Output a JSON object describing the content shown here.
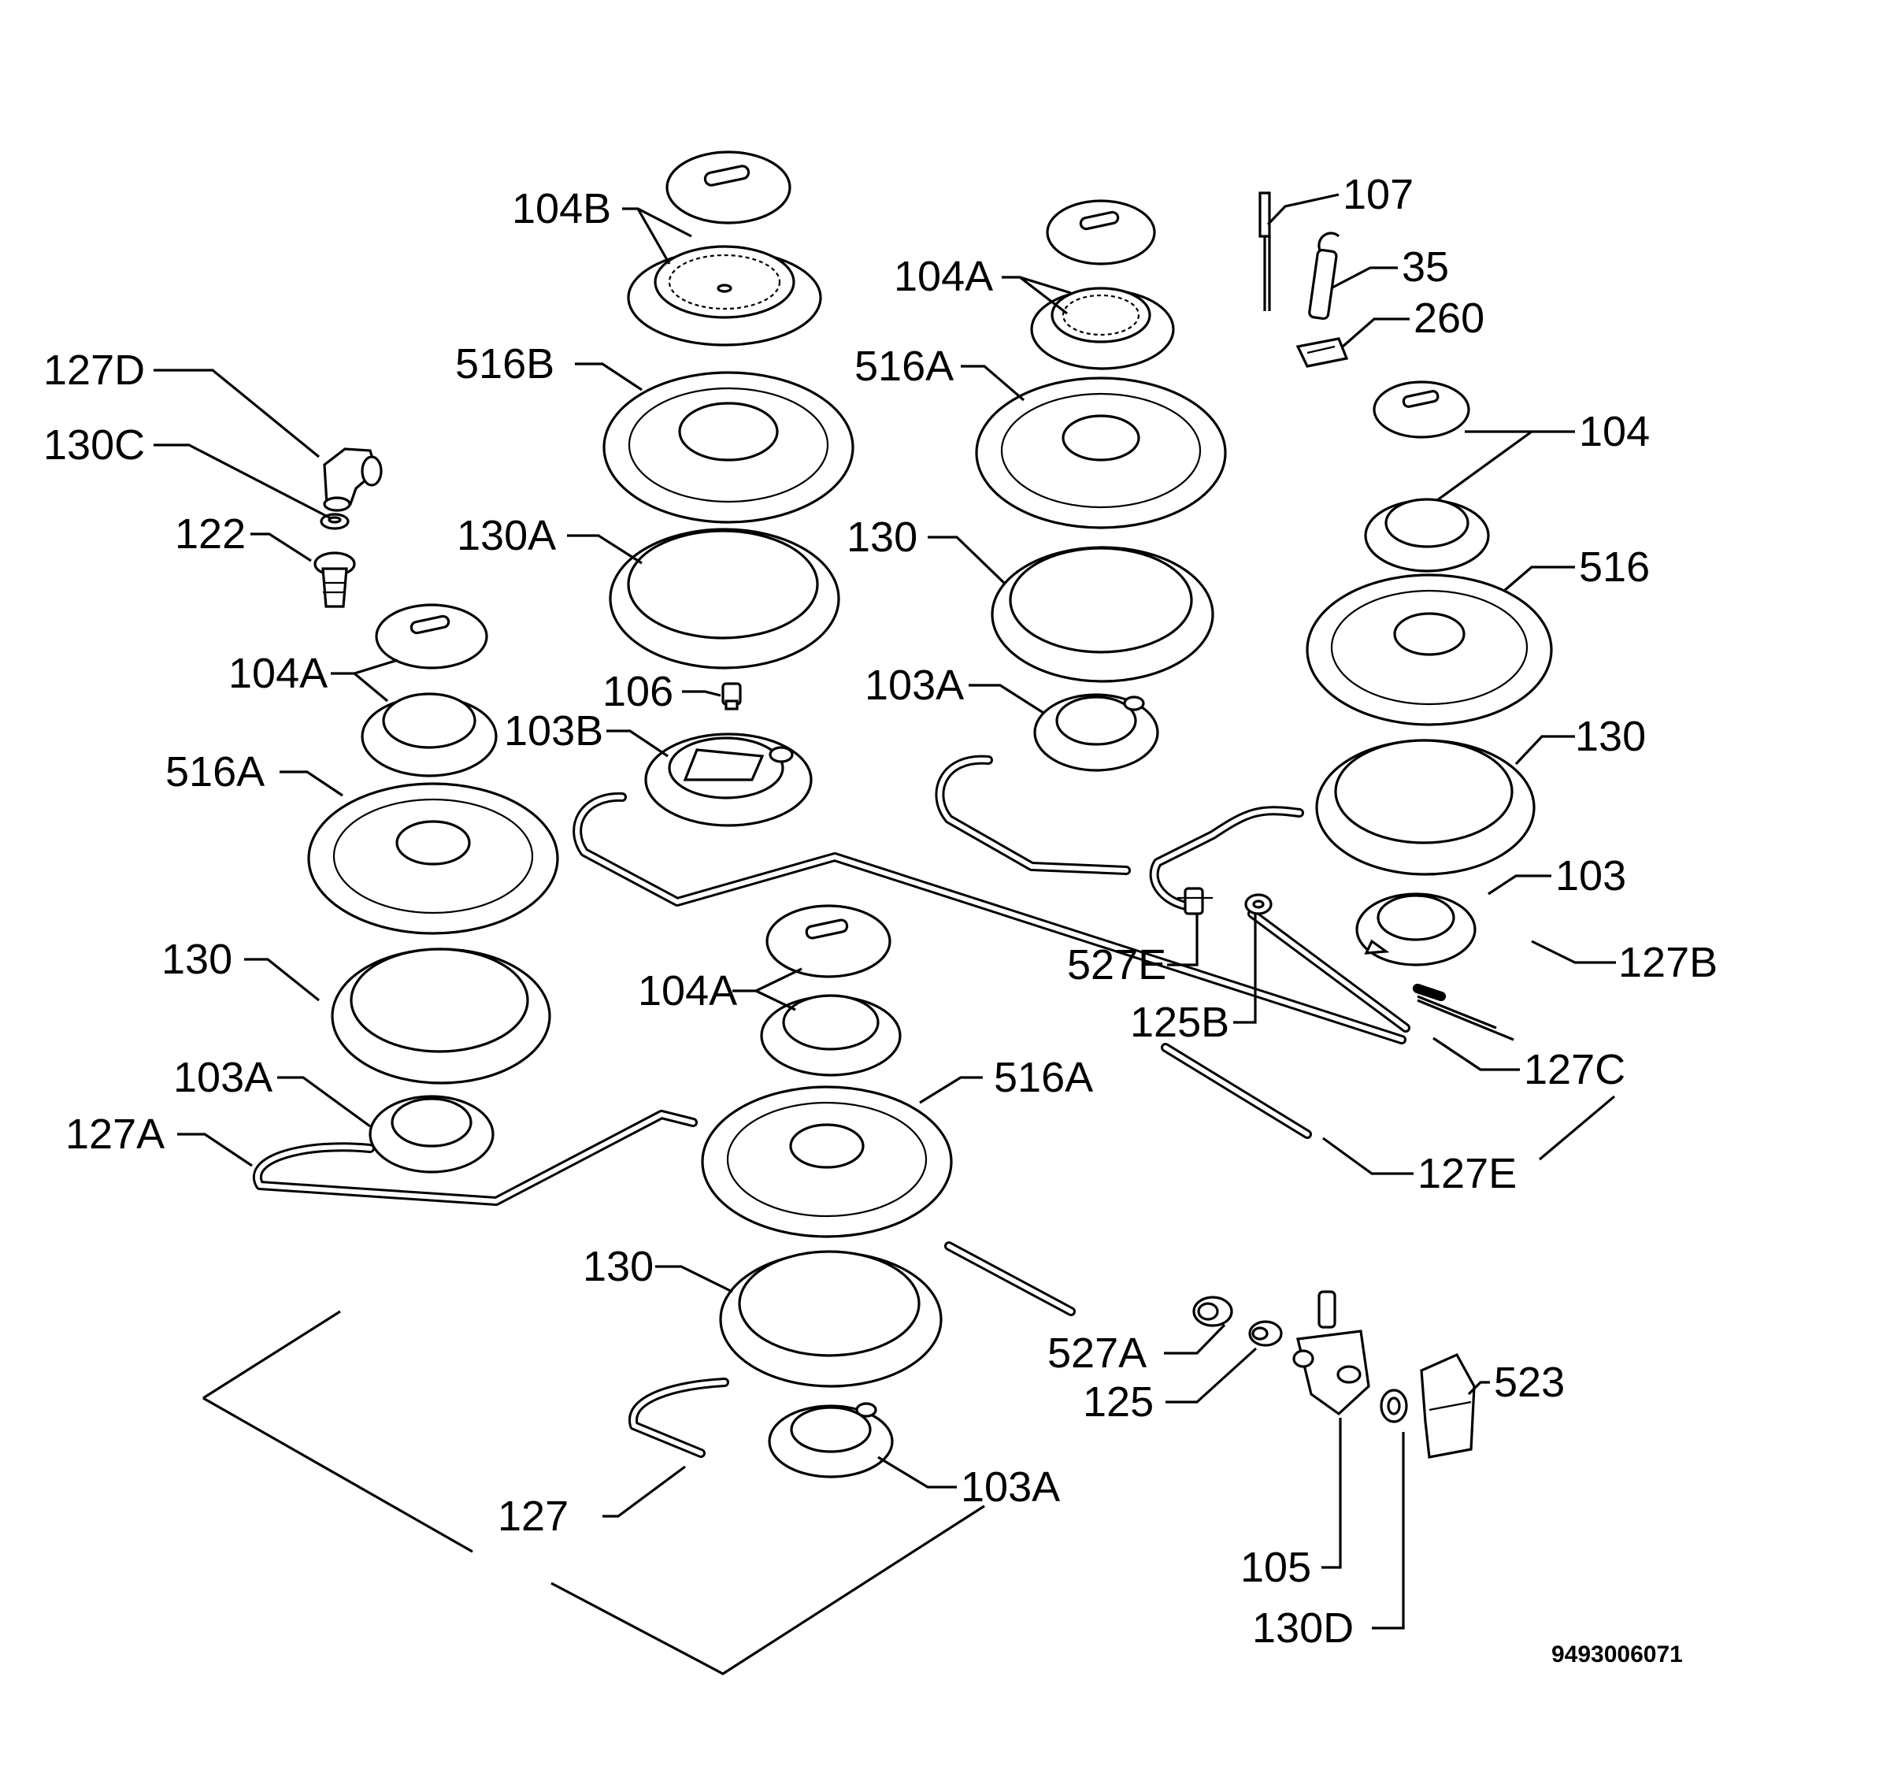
{
  "labels": [
    {
      "id": "lbl-104b",
      "text": "104B"
    },
    {
      "id": "lbl-107",
      "text": "107"
    },
    {
      "id": "lbl-35",
      "text": "35"
    },
    {
      "id": "lbl-260",
      "text": "260"
    },
    {
      "id": "lbl-104a-top",
      "text": "104A"
    },
    {
      "id": "lbl-516b",
      "text": "516B"
    },
    {
      "id": "lbl-516a-top",
      "text": "516A"
    },
    {
      "id": "lbl-127d",
      "text": "127D"
    },
    {
      "id": "lbl-130c",
      "text": "130C"
    },
    {
      "id": "lbl-104-right",
      "text": "104"
    },
    {
      "id": "lbl-122",
      "text": "122"
    },
    {
      "id": "lbl-130a",
      "text": "130A"
    },
    {
      "id": "lbl-130-top",
      "text": "130"
    },
    {
      "id": "lbl-516-right",
      "text": "516"
    },
    {
      "id": "lbl-104a-left",
      "text": "104A"
    },
    {
      "id": "lbl-106",
      "text": "106"
    },
    {
      "id": "lbl-103a-top",
      "text": "103A"
    },
    {
      "id": "lbl-103b",
      "text": "103B"
    },
    {
      "id": "lbl-516a-left",
      "text": "516A"
    },
    {
      "id": "lbl-130-right",
      "text": "130"
    },
    {
      "id": "lbl-103-right",
      "text": "103"
    },
    {
      "id": "lbl-527e",
      "text": "527E"
    },
    {
      "id": "lbl-127b",
      "text": "127B"
    },
    {
      "id": "lbl-130-left",
      "text": "130"
    },
    {
      "id": "lbl-104a-bottom",
      "text": "104A"
    },
    {
      "id": "lbl-125b",
      "text": "125B"
    },
    {
      "id": "lbl-127c",
      "text": "127C"
    },
    {
      "id": "lbl-103a-left",
      "text": "103A"
    },
    {
      "id": "lbl-516a-bottom",
      "text": "516A"
    },
    {
      "id": "lbl-127a",
      "text": "127A"
    },
    {
      "id": "lbl-127e",
      "text": "127E"
    },
    {
      "id": "lbl-130-bottom",
      "text": "130"
    },
    {
      "id": "lbl-527a",
      "text": "527A"
    },
    {
      "id": "lbl-523",
      "text": "523"
    },
    {
      "id": "lbl-125",
      "text": "125"
    },
    {
      "id": "lbl-103a-bottom",
      "text": "103A"
    },
    {
      "id": "lbl-127",
      "text": "127"
    },
    {
      "id": "lbl-105",
      "text": "105"
    },
    {
      "id": "lbl-130d",
      "text": "130D"
    }
  ],
  "drawing_code": "9493006071"
}
